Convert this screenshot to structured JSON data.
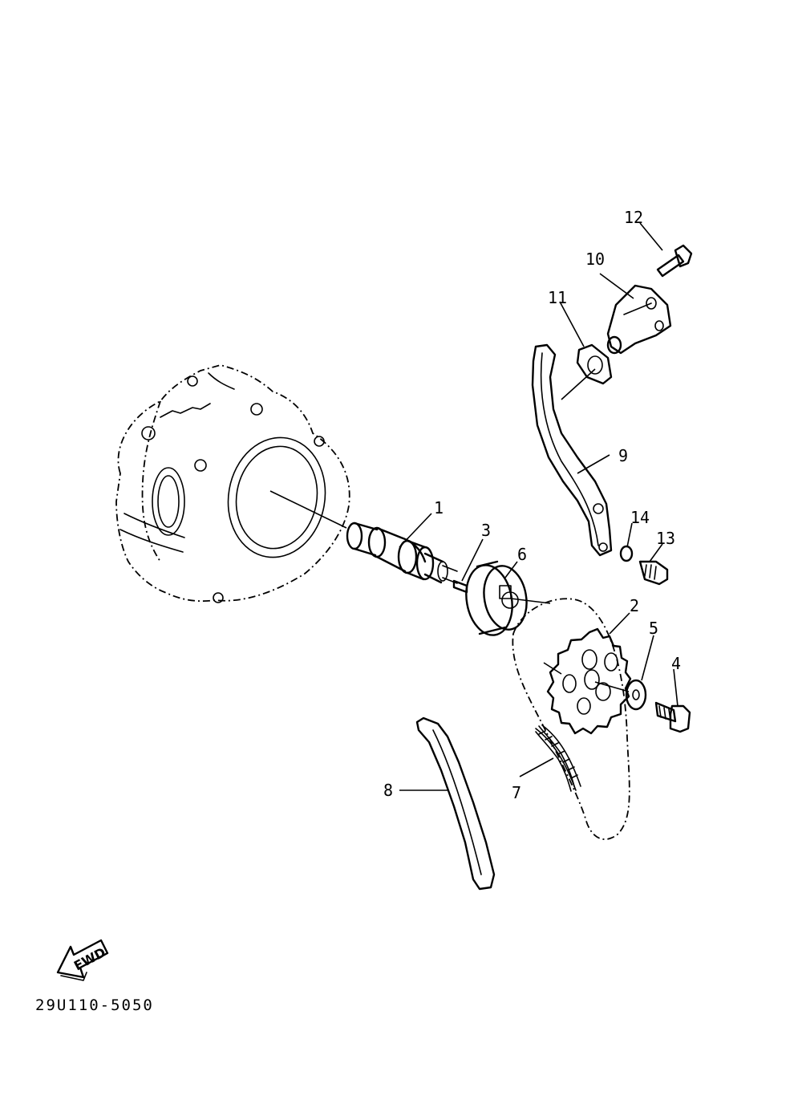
{
  "figure": {
    "code": "29U110-5050",
    "forward_label": "FWD"
  },
  "callouts": [
    {
      "id": "c1",
      "label": "1"
    },
    {
      "id": "c2",
      "label": "2"
    },
    {
      "id": "c3",
      "label": "3"
    },
    {
      "id": "c4",
      "label": "4"
    },
    {
      "id": "c5",
      "label": "5"
    },
    {
      "id": "c6",
      "label": "6"
    },
    {
      "id": "c7",
      "label": "7"
    },
    {
      "id": "c8",
      "label": "8"
    },
    {
      "id": "c9",
      "label": "9"
    },
    {
      "id": "c10",
      "label": "10"
    },
    {
      "id": "c11",
      "label": "11"
    },
    {
      "id": "c12",
      "label": "12"
    },
    {
      "id": "c13",
      "label": "13"
    },
    {
      "id": "c14",
      "label": "14"
    }
  ]
}
